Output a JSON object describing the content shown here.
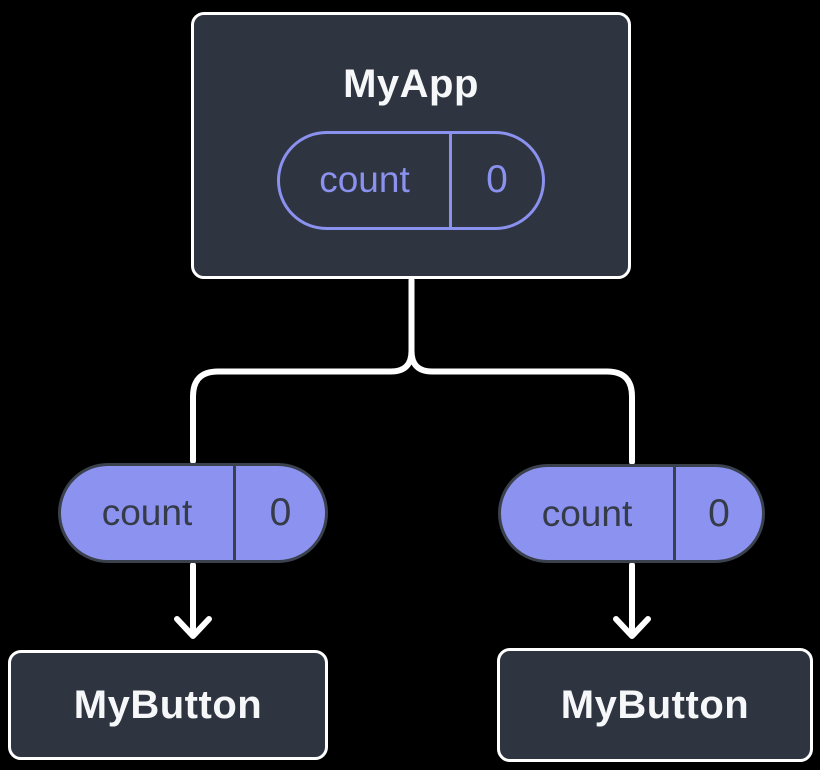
{
  "diagram": {
    "type": "component-tree",
    "root": {
      "title": "MyApp",
      "state": {
        "name": "count",
        "value": "0"
      }
    },
    "children": [
      {
        "title": "MyButton",
        "prop": {
          "name": "count",
          "value": "0"
        }
      },
      {
        "title": "MyButton",
        "prop": {
          "name": "count",
          "value": "0"
        }
      }
    ],
    "colors": {
      "background": "#000000",
      "card_fill": "#2E3440",
      "card_border": "#FFFFFF",
      "card_text": "#F6F7F9",
      "accent_purple_outline": "#8A91EF",
      "pill_fill": "#8B92F0",
      "pill_dark": "#3A404C",
      "connector": "#FFFFFF"
    }
  }
}
